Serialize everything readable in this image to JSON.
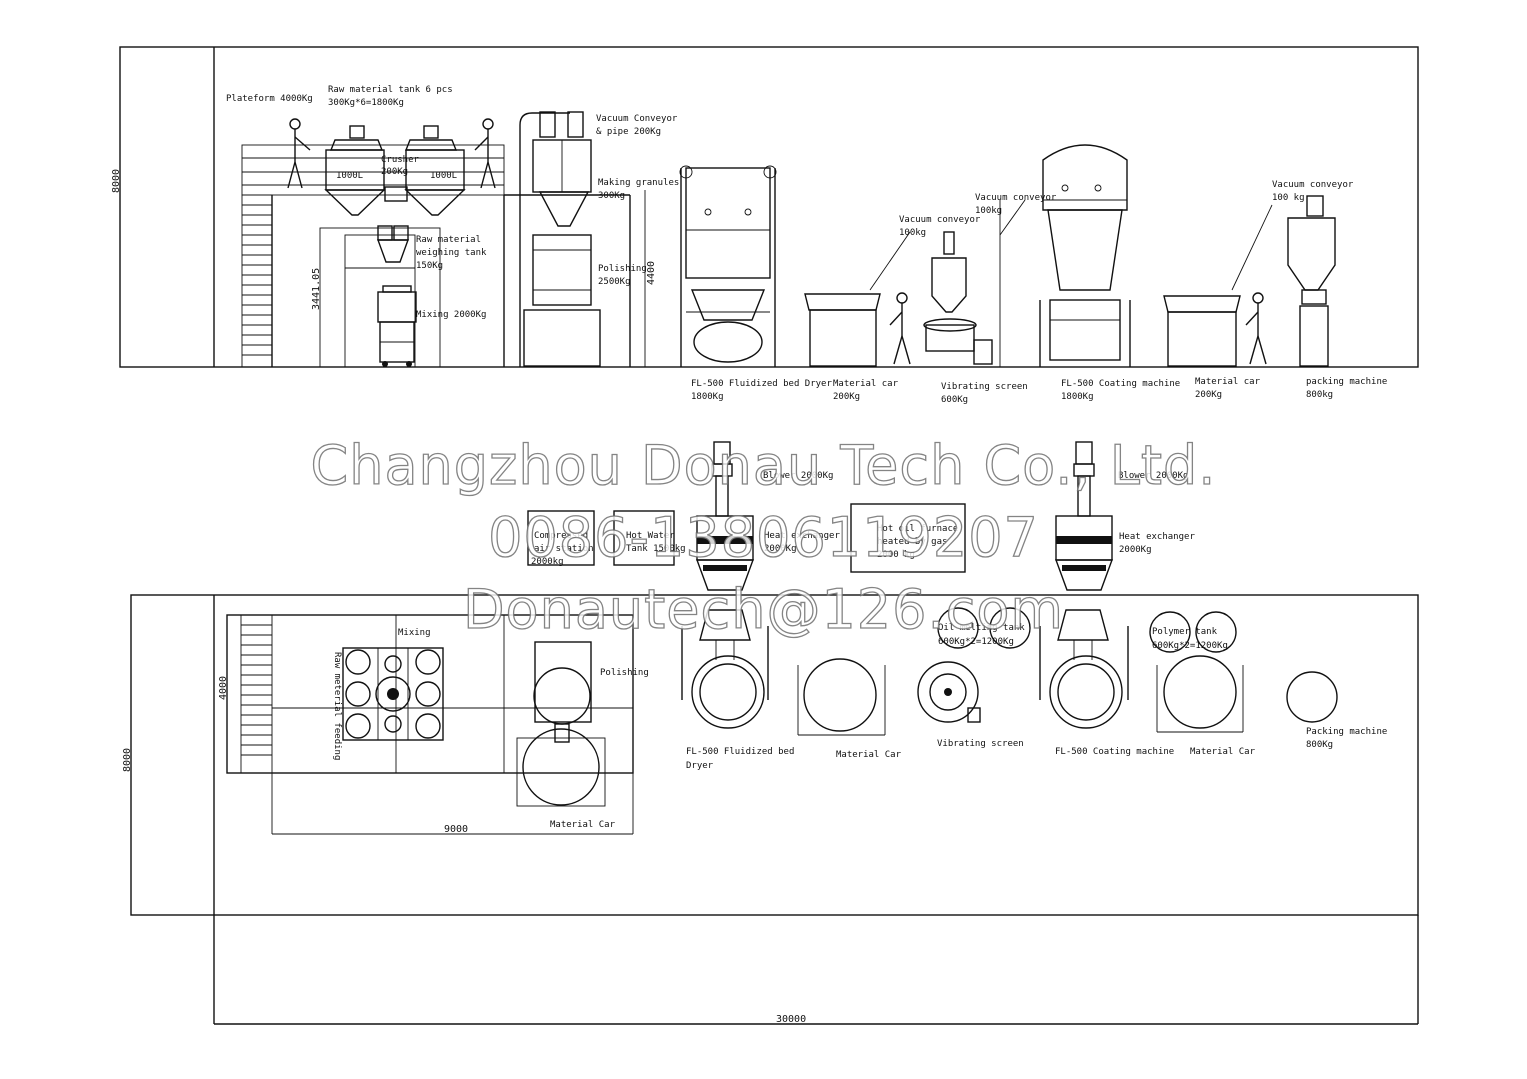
{
  "watermark": {
    "company": "Changzhou Donau Tech Co., Ltd.",
    "phone": "0086-13806119207",
    "email": "Donautech@126.com"
  },
  "elevation": {
    "height_dim": "8000",
    "labels": {
      "platform": "Plateform 4000Kg",
      "raw_tank_1": "Raw material tank 6 pcs",
      "raw_tank_2": "300Kg*6=1800Kg",
      "crusher_1": "Crusher",
      "crusher_2": "200Kg",
      "tank_vol_a": "1000L",
      "tank_vol_b": "1000L",
      "vac_pipe_1": "Vacuum Conveyor",
      "vac_pipe_2": "& pipe 200Kg",
      "granules_1": "Making granules",
      "granules_2": "300Kg",
      "weighing_1": "Raw material",
      "weighing_2": "weighing tank",
      "weighing_3": "150Kg",
      "dim_3441": "3441.05",
      "mixing": "Mixing 2000Kg",
      "polishing_1": "Polishing",
      "polishing_2": "2500Kg",
      "dim_4400": "4400",
      "vac_a_1": "Vacuum conveyor",
      "vac_a_2": "100kg",
      "vac_b_1": "Vacuum conveyor",
      "vac_b_2": "100kg",
      "vac_c_1": "Vacuum conveyor",
      "vac_c_2": "100 kg",
      "fb_dryer_1": "FL-500 Fluidized bed Dryer",
      "fb_dryer_2": "1800Kg",
      "car_a_1": "Material car",
      "car_a_2": "200Kg",
      "vibr_1": "Vibrating screen",
      "vibr_2": "600Kg",
      "coating_1": "FL-500 Coating machine",
      "coating_2": "1800Kg",
      "car_b_1": "Material car",
      "car_b_2": "200Kg",
      "packing_1": "packing machine",
      "packing_2": "800kg"
    }
  },
  "utilities": {
    "compressed_air_1": "Compressed",
    "compressed_air_2": "air station",
    "compressed_air_3": "2000kg",
    "hot_water_1": "Hot Water",
    "hot_water_2": "Tank 1500kg",
    "blower_a": "Blower 2000Kg",
    "heat_exch_a_1": "Heat exchanger",
    "heat_exch_a_2": "2000Kg",
    "hot_oil_1": "Hot oil furnace",
    "hot_oil_2": "heated by gas",
    "hot_oil_3": "2000 kg",
    "blower_b": "Blower 2000Kg",
    "heat_exch_b_1": "Heat exchanger",
    "heat_exch_b_2": "2000Kg"
  },
  "plan": {
    "dim_8000": "8000",
    "dim_4000": "4000",
    "dim_9000": "9000",
    "dim_30000": "30000",
    "raw_feeding": "Raw meterial feeding",
    "mixing": "Mixing",
    "polishing": "Polishing",
    "material_car_a": "Material Car",
    "fb_dryer_1": "FL-500 Fluidized bed",
    "fb_dryer_2": "Dryer",
    "material_car_b": "Material Car",
    "oil_tank_1": "Oil melting tank",
    "oil_tank_2": "600Kg*2=1200Kg",
    "vibr": "Vibrating screen",
    "coating": "FL-500 Coating machine",
    "polymer_1": "Polymer tank",
    "polymer_2": "600Kg*2=1200Kg",
    "material_car_c": "Material Car",
    "packing_1": "Packing machine",
    "packing_2": "800Kg"
  }
}
